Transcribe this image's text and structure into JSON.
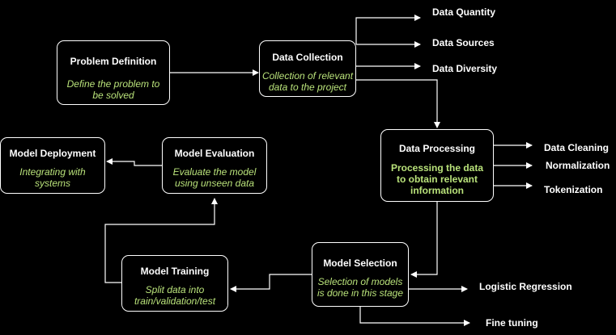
{
  "nodes": {
    "problem_definition": {
      "title": "Problem Definition",
      "desc": "Define the problem to be solved"
    },
    "data_collection": {
      "title": "Data Collection",
      "desc": "Collection of relevant data to the project"
    },
    "data_processing": {
      "title": "Data Processing",
      "desc": "Processing the data to obtain relevant information"
    },
    "model_selection": {
      "title": "Model Selection",
      "desc": "Selection of models is done in this stage"
    },
    "model_training": {
      "title": "Model Training",
      "desc": "Split data into train/validation/test"
    },
    "model_evaluation": {
      "title": "Model Evaluation",
      "desc": "Evaluate the model using unseen data"
    },
    "model_deployment": {
      "title": "Model Deployment",
      "desc": "Integrating with systems"
    }
  },
  "labels": {
    "data_quantity": "Data Quantity",
    "data_sources": "Data Sources",
    "data_diversity": "Data Diversity",
    "data_cleaning": "Data Cleaning",
    "normalization": "Normalization",
    "tokenization": "Tokenization",
    "logistic_regression": "Logistic Regression",
    "fine_tuning": "Fine tuning"
  },
  "colors": {
    "background": "#000000",
    "stroke": "#ffffff",
    "description": "#b9e27a"
  }
}
